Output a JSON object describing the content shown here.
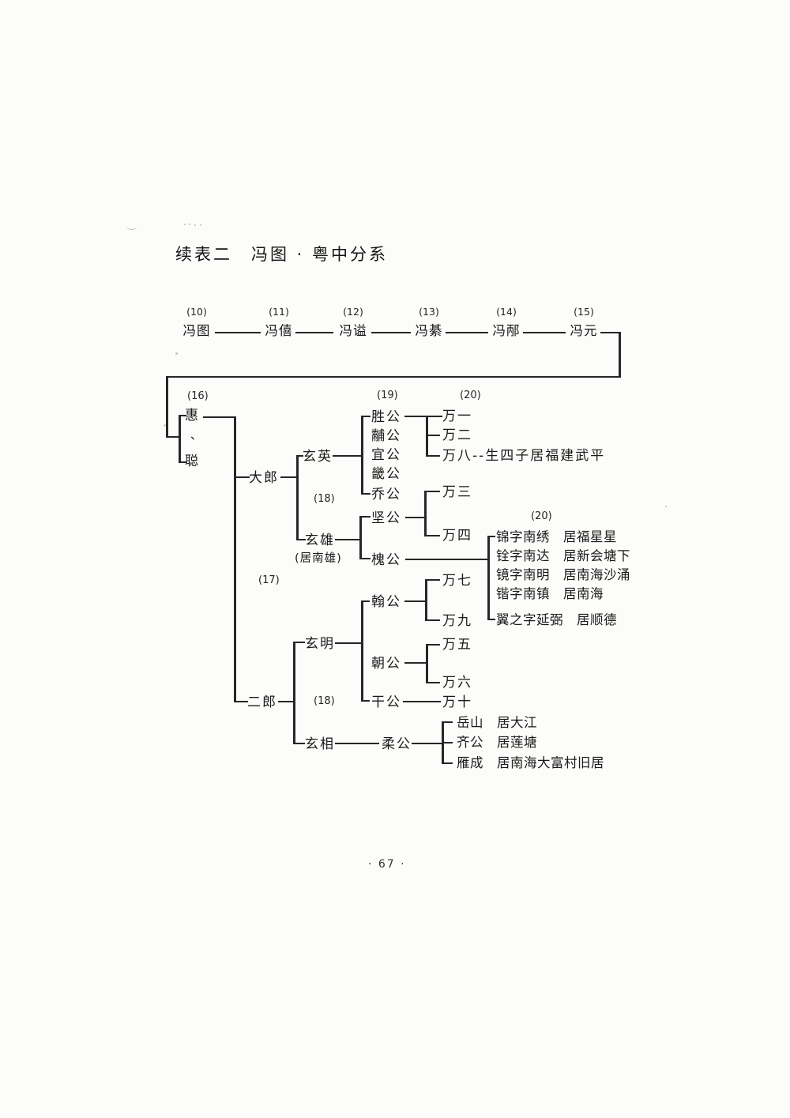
{
  "page": {
    "title": "续表二　冯图 · 粤中分系",
    "page_number": "· 67 ·"
  },
  "top_chain": {
    "items": [
      {
        "gen": "(10)",
        "name": "冯图"
      },
      {
        "gen": "(11)",
        "name": "冯僖"
      },
      {
        "gen": "(12)",
        "name": "冯谥"
      },
      {
        "gen": "(13)",
        "name": "冯綦"
      },
      {
        "gen": "(14)",
        "name": "冯邴"
      },
      {
        "gen": "(15)",
        "name": "冯元"
      }
    ]
  },
  "labels": {
    "gen16": "(16)",
    "gen17": "(17)",
    "gen18_upper": "(18)",
    "gen18_lower": "(18)",
    "gen19": "(19)",
    "gen20_upper": "(20)",
    "gen20_mid": "(20)",
    "residence_note": "(居南雄)"
  },
  "gen16": {
    "first": "惠",
    "separator": "、",
    "second": "聪"
  },
  "gen17": {
    "dalang": "大郎",
    "erlang": "二郎"
  },
  "gen18": {
    "xuanying": "玄英",
    "xuanxiong": "玄雄",
    "xuanming": "玄明",
    "xuanxiang": "玄相"
  },
  "gen19": {
    "xuanying_sons": [
      "胜公",
      "黼公",
      "宜公",
      "畿公",
      "乔公"
    ],
    "xuanxiong_sons": [
      "坚公",
      "槐公"
    ],
    "xuanming_sons": [
      "翰公",
      "朝公",
      "干公"
    ],
    "xuanxiang_sons": [
      "柔公"
    ]
  },
  "gen20": {
    "sheng_sons": [
      "万一",
      "万二",
      "万八--生四子居福建武平"
    ],
    "jian_sons": [
      "万三",
      "万四"
    ],
    "han_sons": [
      "万七",
      "万九"
    ],
    "chao_sons": [
      "万五",
      "万六"
    ],
    "gan_sons": [
      "万十"
    ],
    "huai_descendants": [
      "锦字南绣　居福星星",
      "铨字南达　居新会塘下",
      "镜字南明　居南海沙涌",
      "锴字南镇　居南海",
      "翼之字延弼　居顺德"
    ],
    "rou_sons": [
      "岳山　居大江",
      "齐公　居莲塘",
      "雁成　居南海大富村旧居"
    ]
  }
}
